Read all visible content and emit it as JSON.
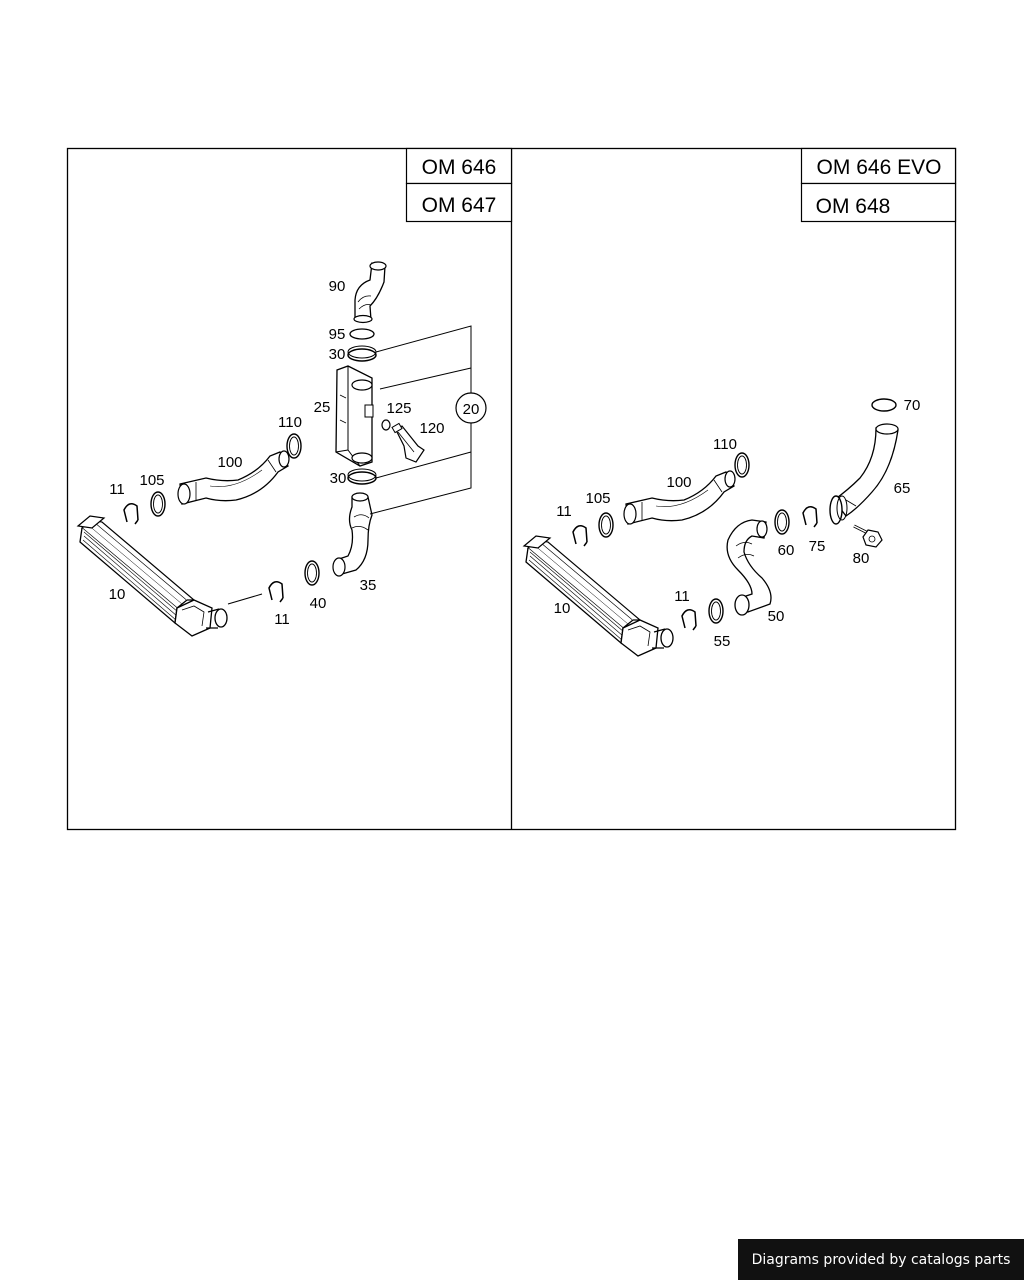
{
  "panels": [
    {
      "engine_labels": [
        "OM 646",
        "OM 647"
      ],
      "callouts": {
        "p90": "90",
        "p95": "95",
        "p30a": "30",
        "p25": "25",
        "p125": "125",
        "p120": "120",
        "p20": "20",
        "p110": "110",
        "p100": "100",
        "p105": "105",
        "p11a": "11",
        "p30b": "30",
        "p10": "10",
        "p11b": "11",
        "p40": "40",
        "p35": "35"
      }
    },
    {
      "engine_labels": [
        "OM 646 EVO",
        "OM 648"
      ],
      "callouts": {
        "p70": "70",
        "p110": "110",
        "p65": "65",
        "p100": "100",
        "p105": "105",
        "p11a": "11",
        "p60": "60",
        "p75": "75",
        "p80": "80",
        "p10": "10",
        "p11b": "11",
        "p50": "50",
        "p55": "55"
      }
    }
  ],
  "footer": {
    "credit": "Diagrams provided by catalogs parts"
  }
}
